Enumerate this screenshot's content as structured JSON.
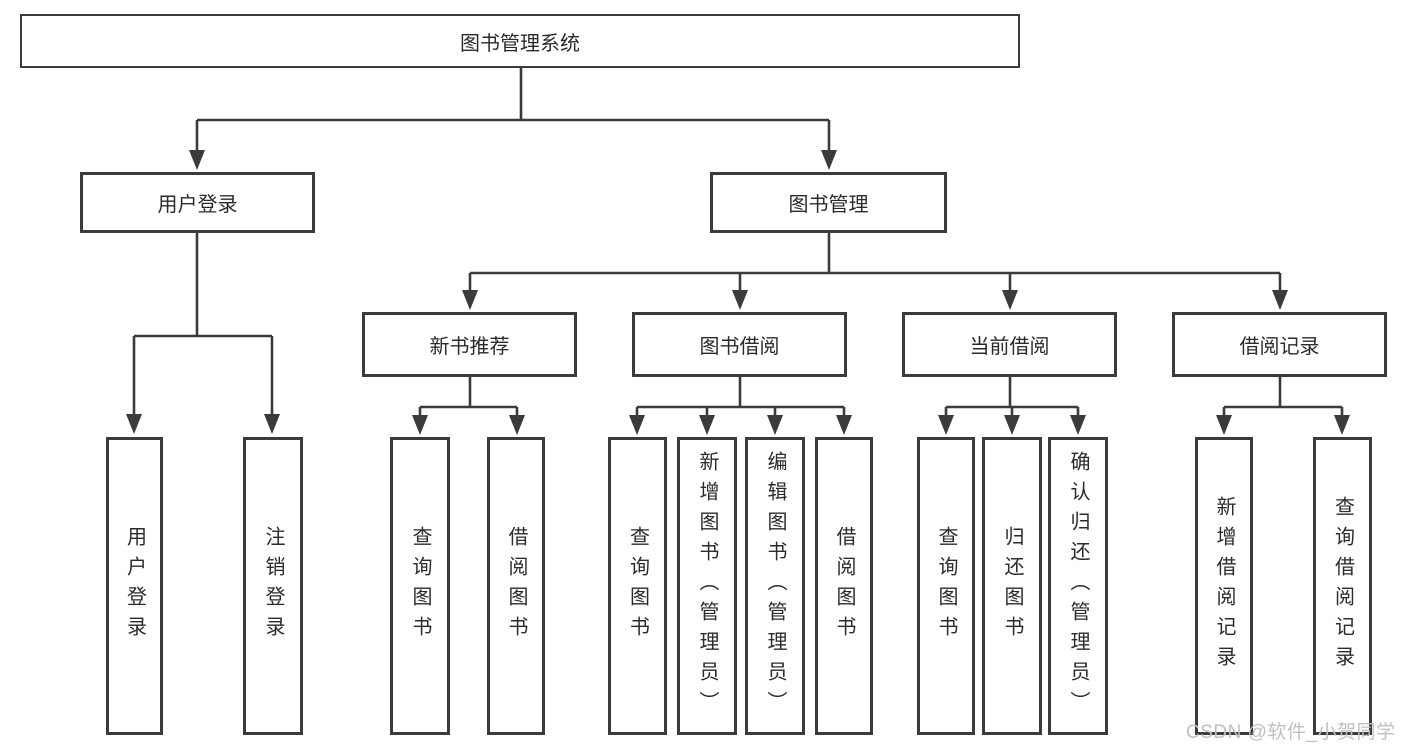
{
  "diagram_type": "hierarchy-tree",
  "tree": {
    "root": "图书管理系统",
    "branches": [
      {
        "label": "用户登录",
        "children": [
          "用户登录",
          "注销登录"
        ]
      },
      {
        "label": "图书管理",
        "groups": [
          {
            "label": "新书推荐",
            "children": [
              "查询图书",
              "借阅图书"
            ]
          },
          {
            "label": "图书借阅",
            "children": [
              "查询图书",
              "新增图书（管理员）",
              "编辑图书（管理员）",
              "借阅图书"
            ]
          },
          {
            "label": "当前借阅",
            "children": [
              "查询图书",
              "归还图书",
              "确认归还（管理员）"
            ]
          },
          {
            "label": "借阅记录",
            "children": [
              "新增借阅记录",
              "查询借阅记录"
            ]
          }
        ]
      }
    ]
  },
  "watermark": "CSDN @软件_小贺同学",
  "colors": {
    "line": "#3b3b3b",
    "box_border": "#3b3b3b",
    "text": "#2b2b2b",
    "background": "#ffffff",
    "watermark": "#c0c0c3"
  }
}
